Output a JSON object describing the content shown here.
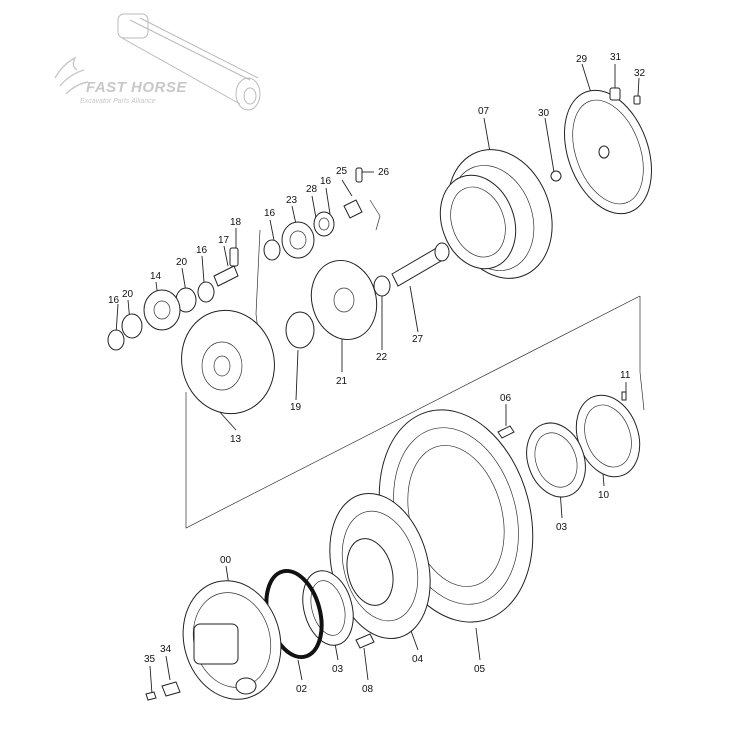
{
  "logo": {
    "title": "FAST HORSE",
    "subtitle": "Excavator Parts Alliance"
  },
  "labels": [
    {
      "id": "lbl-31",
      "text": "31"
    },
    {
      "id": "lbl-29",
      "text": "29"
    },
    {
      "id": "lbl-32",
      "text": "32"
    },
    {
      "id": "lbl-07",
      "text": "07"
    },
    {
      "id": "lbl-30",
      "text": "30"
    },
    {
      "id": "lbl-25",
      "text": "25"
    },
    {
      "id": "lbl-26",
      "text": "26"
    },
    {
      "id": "lbl-28",
      "text": "28"
    },
    {
      "id": "lbl-16a",
      "text": "16"
    },
    {
      "id": "lbl-23",
      "text": "23"
    },
    {
      "id": "lbl-16b",
      "text": "16"
    },
    {
      "id": "lbl-18",
      "text": "18"
    },
    {
      "id": "lbl-17",
      "text": "17"
    },
    {
      "id": "lbl-16c",
      "text": "16"
    },
    {
      "id": "lbl-20a",
      "text": "20"
    },
    {
      "id": "lbl-14",
      "text": "14"
    },
    {
      "id": "lbl-20b",
      "text": "20"
    },
    {
      "id": "lbl-16d",
      "text": "16"
    },
    {
      "id": "lbl-27",
      "text": "27"
    },
    {
      "id": "lbl-22",
      "text": "22"
    },
    {
      "id": "lbl-21",
      "text": "21"
    },
    {
      "id": "lbl-19",
      "text": "19"
    },
    {
      "id": "lbl-13",
      "text": "13"
    },
    {
      "id": "lbl-11",
      "text": "11"
    },
    {
      "id": "lbl-06",
      "text": "06"
    },
    {
      "id": "lbl-10",
      "text": "10"
    },
    {
      "id": "lbl-03a",
      "text": "03"
    },
    {
      "id": "lbl-00",
      "text": "00"
    },
    {
      "id": "lbl-04",
      "text": "04"
    },
    {
      "id": "lbl-05",
      "text": "05"
    },
    {
      "id": "lbl-34",
      "text": "34"
    },
    {
      "id": "lbl-35",
      "text": "35"
    },
    {
      "id": "lbl-02",
      "text": "02"
    },
    {
      "id": "lbl-03b",
      "text": "03"
    },
    {
      "id": "lbl-08",
      "text": "08"
    }
  ]
}
